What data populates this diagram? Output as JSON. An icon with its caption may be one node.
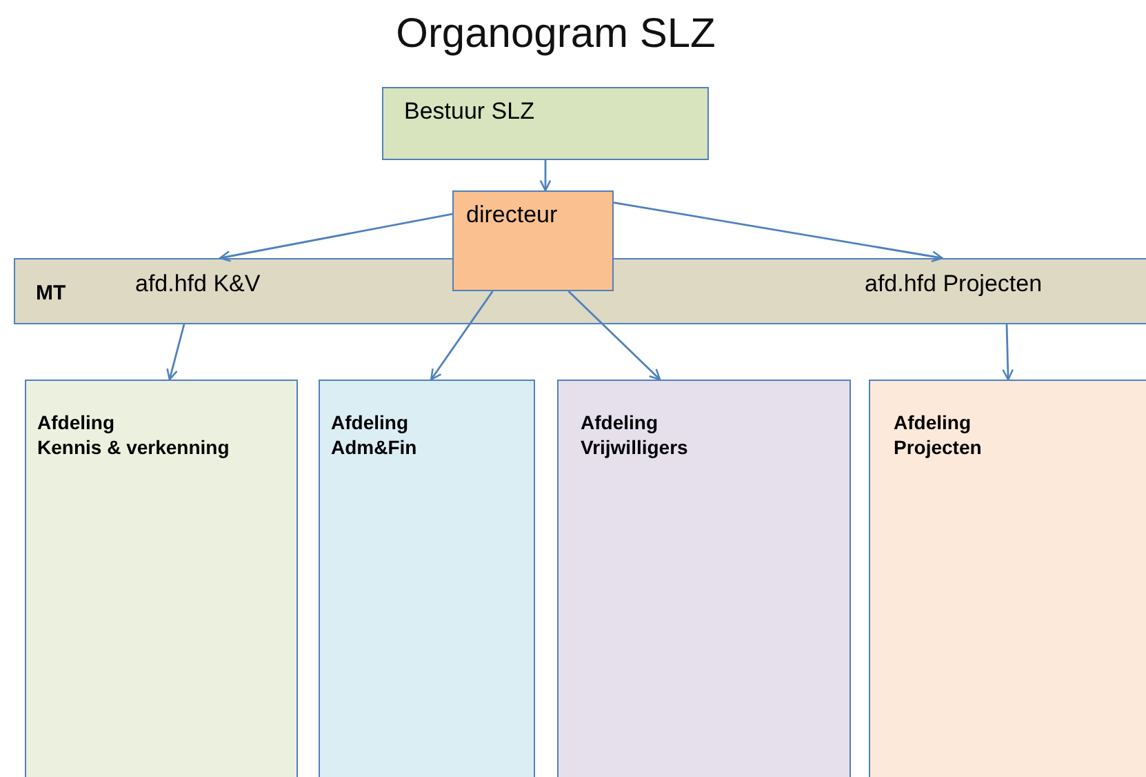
{
  "diagram": {
    "title": "Organogram SLZ",
    "nodes": [
      {
        "text": [
          "Bestuur SLZ"
        ]
      },
      {
        "text": [
          "MT"
        ]
      },
      {
        "text": [
          "afd.hfd K&V"
        ],
        "in": 1
      },
      {
        "text": [
          "directeur"
        ]
      },
      {
        "text": [
          "afd.hfd Projecten"
        ],
        "in": 1
      },
      {
        "text": [
          "Afdeling Kennis & verkenning"
        ]
      },
      {
        "text": [
          "Afdeling Adm&Fin"
        ]
      },
      {
        "text": [
          "Afdeling Vrijwilligers"
        ]
      },
      {
        "text": [
          "Afdeling Projecten"
        ]
      }
    ],
    "edges": [
      {
        "from": 0,
        "to": 3,
        "arrow": "to"
      },
      {
        "from": 3,
        "to": 2,
        "arrow": "to"
      },
      {
        "from": 3,
        "to": 4,
        "arrow": "to"
      },
      {
        "from": 2,
        "to": 5,
        "arrow": "to"
      },
      {
        "from": 3,
        "to": 6,
        "arrow": "to"
      },
      {
        "from": 3,
        "to": 7,
        "arrow": "to"
      },
      {
        "from": 4,
        "to": 8,
        "arrow": "to"
      }
    ]
  }
}
